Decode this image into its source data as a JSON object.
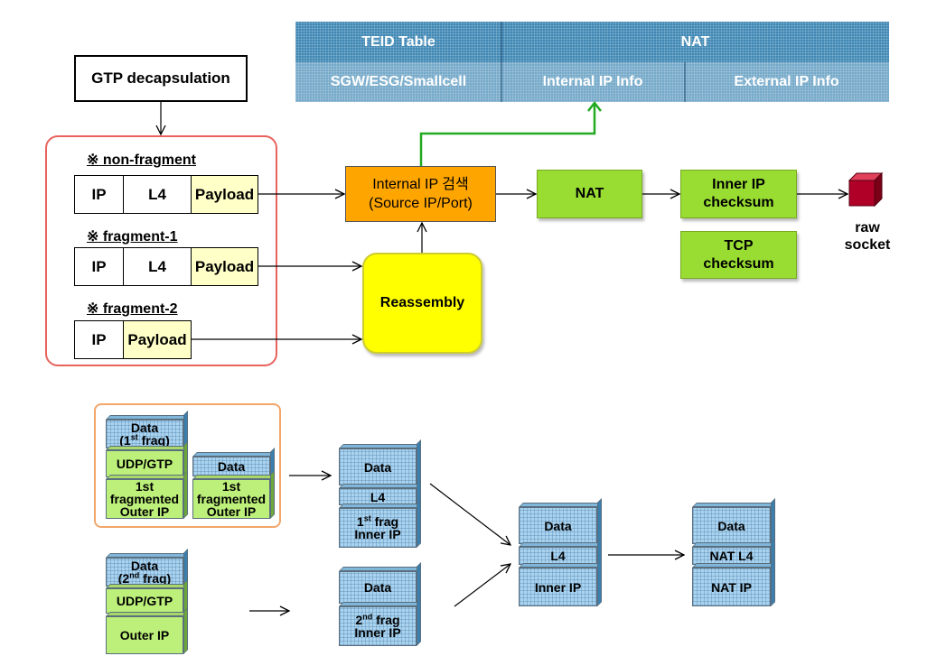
{
  "nat_table": {
    "header_teid": "TEID Table",
    "header_nat": "NAT",
    "col_sgw": "SGW/ESG/Smallcell",
    "col_internal": "Internal IP Info",
    "col_external": "External IP Info",
    "colors": {
      "header": "#3f88b4"
    }
  },
  "gtp_decap": "GTP decapsulation",
  "fragments": {
    "non_fragment_title": "※ non-fragment",
    "fragment1_title": "※ fragment-1",
    "fragment2_title": "※ fragment-2",
    "ip": "IP",
    "l4": "L4",
    "payload": "Payload"
  },
  "pipeline": {
    "internal_ip_search_line1": "Internal IP 검색",
    "internal_ip_search_line2": "(Source IP/Port)",
    "nat": "NAT",
    "inner_ip_checksum_line1": "Inner IP",
    "inner_ip_checksum_line2": "checksum",
    "tcp_checksum_line1": "TCP",
    "tcp_checksum_line2": "checksum",
    "reassembly": "Reassembly",
    "raw": "raw",
    "socket": "socket",
    "colors": {
      "search": "#ffa500",
      "green": "#99dd33",
      "reassembly": "#ffff00",
      "socket": "#aa0022"
    }
  },
  "lower": {
    "data": "Data",
    "data_1st_frag_a": "Data",
    "data_1st_frag_b_pre": "(1",
    "data_1st_frag_b_sup": "st",
    "data_1st_frag_b_post": " frag)",
    "data_2nd_frag_a": "Data",
    "data_2nd_frag_b_pre": "(2",
    "data_2nd_frag_b_sup": "nd",
    "data_2nd_frag_b_post": " frag)",
    "udp_gtp": "UDP/GTP",
    "first_fragmented_outer_ip_1": "1st",
    "first_fragmented_outer_ip_2": "fragmented",
    "first_fragmented_outer_ip_3": "Outer IP",
    "outer_ip": "Outer IP",
    "l4": "L4",
    "frag1_inner_pre": "1",
    "frag1_inner_sup": "st",
    "frag1_inner_post": " frag",
    "frag2_inner_pre": "2",
    "frag2_inner_sup": "nd",
    "frag2_inner_post": " frag",
    "inner_ip": "Inner IP",
    "nat_l4": "NAT L4",
    "nat_ip": "NAT IP"
  }
}
